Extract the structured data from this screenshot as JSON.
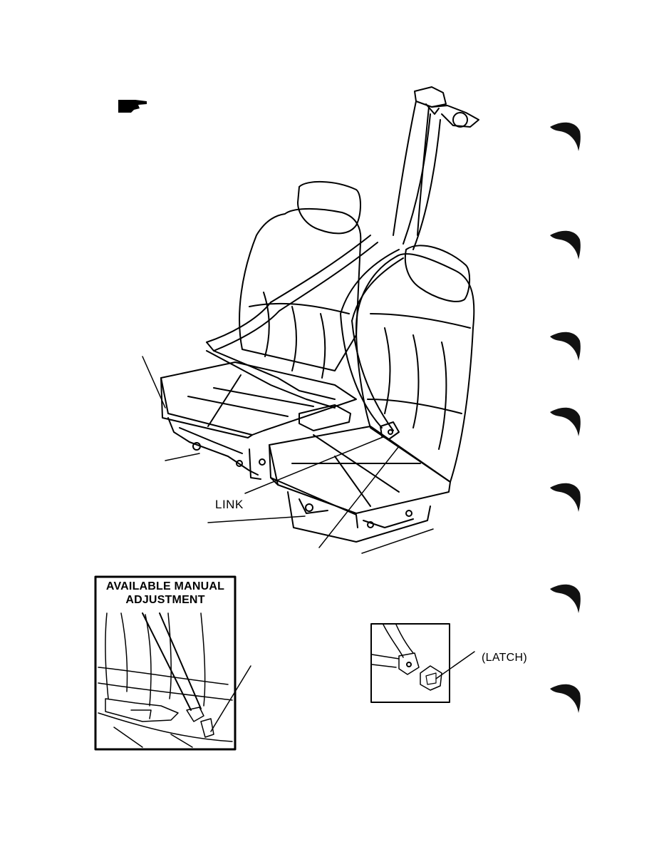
{
  "labels": {
    "link": "LINK",
    "latch": "(LATCH)"
  },
  "inset": {
    "title_line1": "AVAILABLE MANUAL",
    "title_line2": "ADJUSTMENT"
  },
  "icons": {
    "pointer": "pointing-hand-icon",
    "tabs": "page-tab-icon"
  },
  "colors": {
    "ink": "#000000",
    "paper": "#ffffff",
    "tab": "#111111"
  }
}
